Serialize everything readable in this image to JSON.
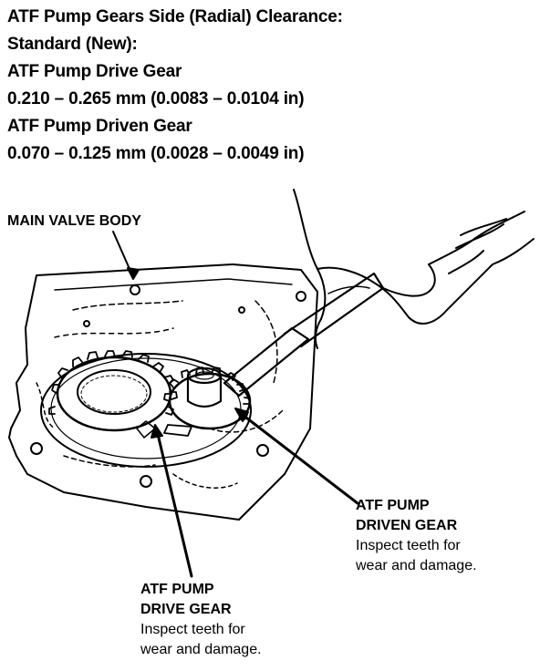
{
  "spec": {
    "title": "ATF Pump Gears Side (Radial) Clearance:",
    "standard": "Standard (New):",
    "drive_gear_heading": "ATF Pump Drive Gear",
    "drive_gear_value": "0.210 – 0.265 mm (0.0083 – 0.0104 in)",
    "driven_gear_heading": "ATF Pump Driven Gear",
    "driven_gear_value": "0.070 – 0.125 mm (0.0028 – 0.0049 in)"
  },
  "labels": {
    "main_valve_body": "MAIN VALVE BODY",
    "driven_gear_line1": "ATF PUMP",
    "driven_gear_line2": "DRIVEN GEAR",
    "driven_gear_note1": "Inspect teeth for",
    "driven_gear_note2": "wear and damage.",
    "drive_gear_line1": "ATF PUMP",
    "drive_gear_line2": "DRIVE GEAR",
    "drive_gear_note1": "Inspect teeth for",
    "drive_gear_note2": "wear and damage."
  },
  "colors": {
    "ink": "#000000",
    "paper": "#ffffff"
  }
}
